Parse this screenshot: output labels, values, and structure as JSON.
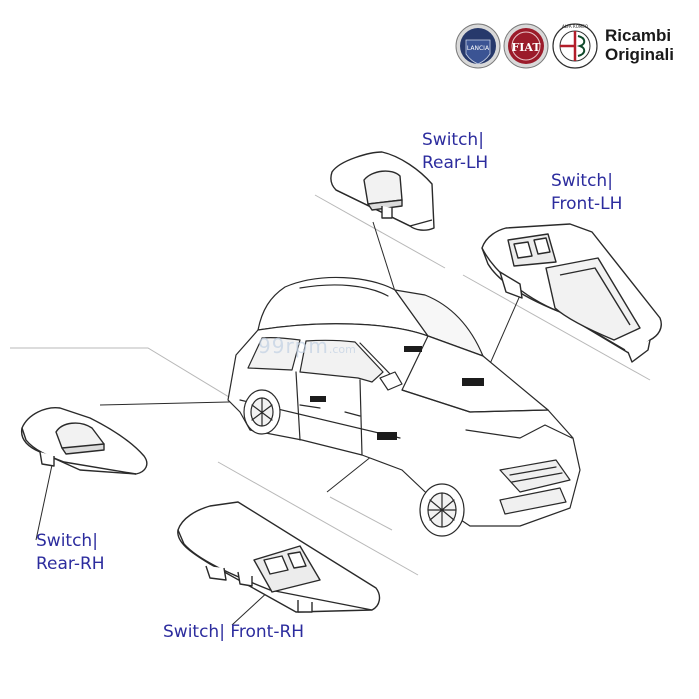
{
  "brand": {
    "line1": "Ricambi",
    "line2": "Originali",
    "logos": [
      {
        "name": "lancia-logo-icon",
        "text": "LANCIA",
        "color": "#27396b"
      },
      {
        "name": "fiat-logo-icon",
        "text": "FIAT",
        "color": "#9b1b2a"
      },
      {
        "name": "alfa-romeo-logo-icon",
        "text": "ALFA ROMEO",
        "color": "#0f4a2b"
      }
    ]
  },
  "watermark": {
    "main": "99rpm",
    "suffix": ".com"
  },
  "callouts": {
    "rear_lh": {
      "line1": "Switch|",
      "line2": "Rear-LH"
    },
    "front_lh": {
      "line1": "Switch|",
      "line2": "Front-LH"
    },
    "rear_rh": {
      "line1": "Switch|",
      "line2": "Rear-RH"
    },
    "front_rh": {
      "line1": "Switch| Front-RH"
    }
  },
  "colors": {
    "label": "#2c2c9e",
    "line": "#2a2a2a",
    "guide": "#b8b8b8"
  }
}
